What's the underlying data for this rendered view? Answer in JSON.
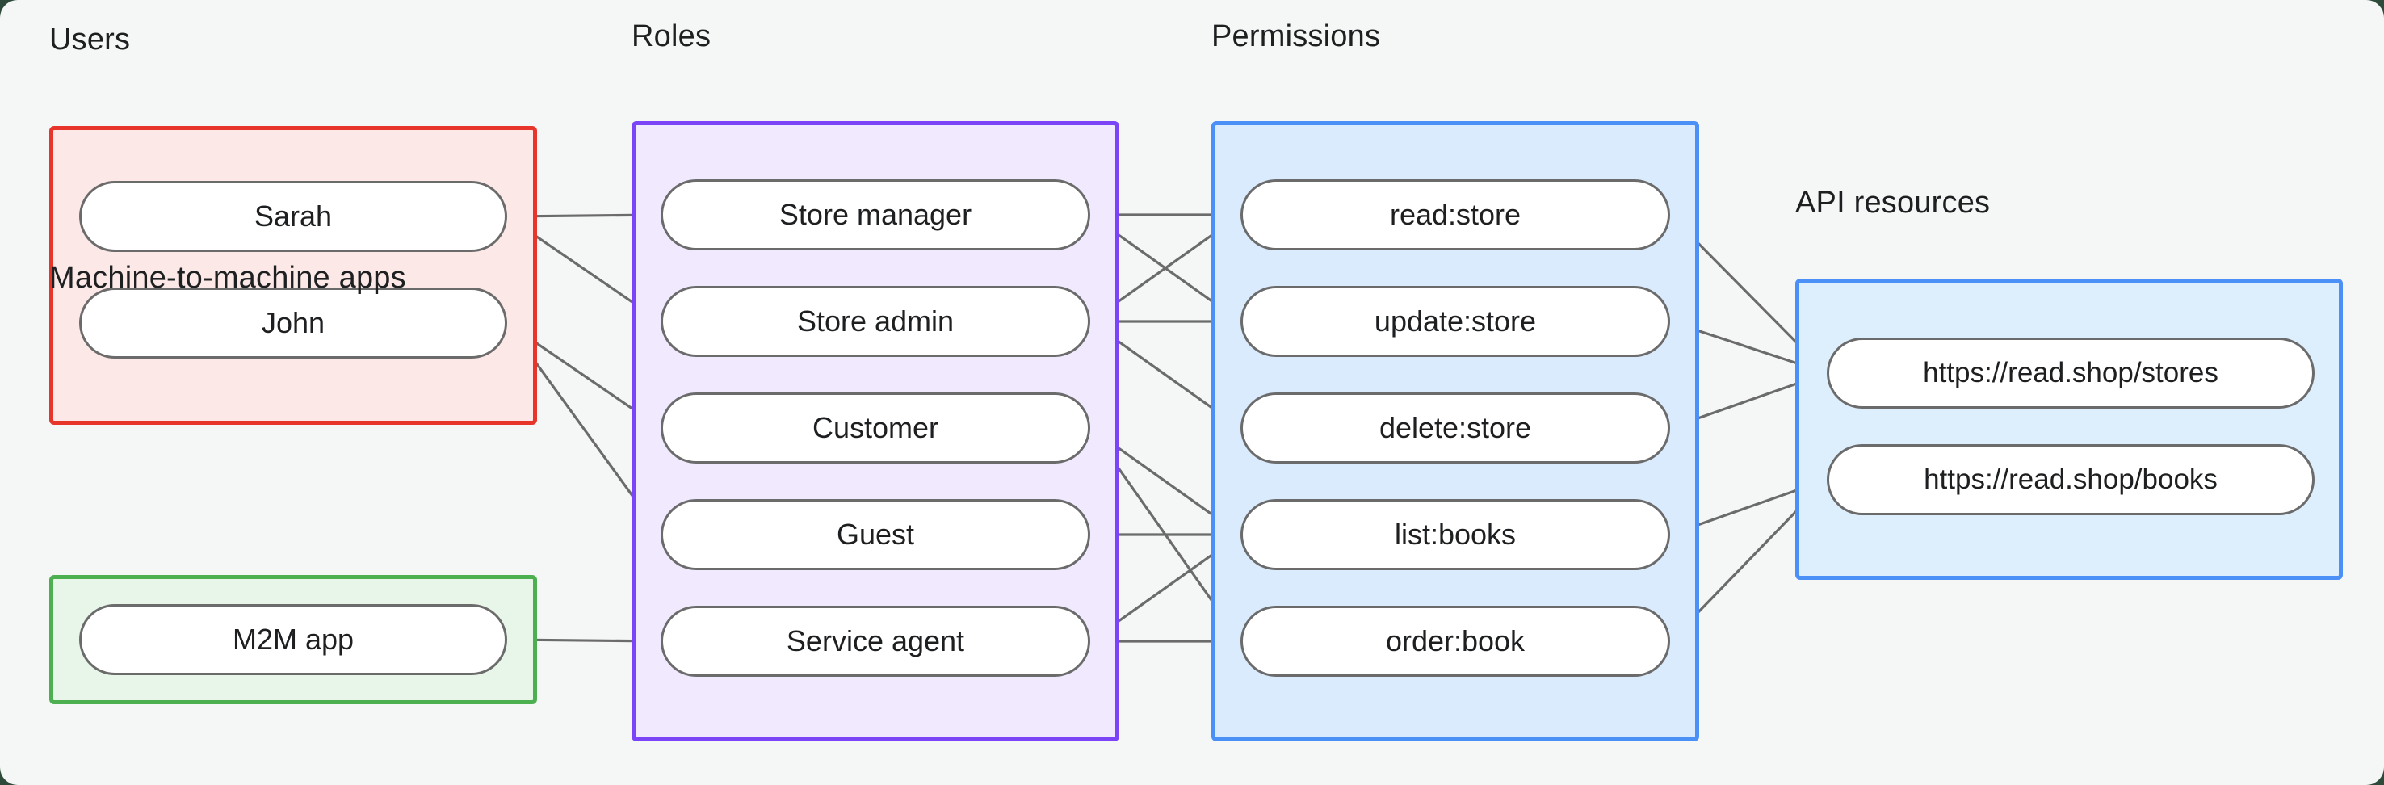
{
  "diagram": {
    "title": "RBAC authorization model",
    "background_color": "#f5f7f7",
    "groups": [
      {
        "id": "users",
        "label": "Users",
        "border_color": "#e8352b",
        "fill_color": "#fce9e7",
        "nodes": [
          {
            "id": "sarah",
            "label": "Sarah"
          },
          {
            "id": "john",
            "label": "John"
          }
        ]
      },
      {
        "id": "m2m",
        "label": "Machine-to-machine apps",
        "border_color": "#4caf50",
        "fill_color": "#e7f6e9",
        "nodes": [
          {
            "id": "m2mapp",
            "label": "M2M app"
          }
        ]
      },
      {
        "id": "roles",
        "label": "Roles",
        "border_color": "#7b44f7",
        "fill_color": "#f1e9fd",
        "nodes": [
          {
            "id": "store_manager",
            "label": "Store manager"
          },
          {
            "id": "store_admin",
            "label": "Store admin"
          },
          {
            "id": "customer",
            "label": "Customer"
          },
          {
            "id": "guest",
            "label": "Guest"
          },
          {
            "id": "service_agent",
            "label": "Service agent"
          }
        ]
      },
      {
        "id": "permissions",
        "label": "Permissions",
        "border_color": "#4a90f7",
        "fill_color": "#d9ebfd",
        "nodes": [
          {
            "id": "read_store",
            "label": "read:store"
          },
          {
            "id": "update_store",
            "label": "update:store"
          },
          {
            "id": "delete_store",
            "label": "delete:store"
          },
          {
            "id": "list_books",
            "label": "list:books"
          },
          {
            "id": "order_book",
            "label": "order:book"
          }
        ]
      },
      {
        "id": "api_resources",
        "label": "API resources",
        "border_color": "#4a90f7",
        "fill_color": "#ddeefd",
        "nodes": [
          {
            "id": "res_stores",
            "label": "https://read.shop/stores"
          },
          {
            "id": "res_books",
            "label": "https://read.shop/books"
          }
        ]
      }
    ],
    "edges": [
      {
        "from": "sarah",
        "to": "store_manager"
      },
      {
        "from": "sarah",
        "to": "store_admin"
      },
      {
        "from": "john",
        "to": "customer"
      },
      {
        "from": "john",
        "to": "guest"
      },
      {
        "from": "m2mapp",
        "to": "service_agent"
      },
      {
        "from": "store_manager",
        "to": "read_store"
      },
      {
        "from": "store_manager",
        "to": "update_store"
      },
      {
        "from": "store_admin",
        "to": "read_store"
      },
      {
        "from": "store_admin",
        "to": "update_store"
      },
      {
        "from": "store_admin",
        "to": "delete_store"
      },
      {
        "from": "customer",
        "to": "list_books"
      },
      {
        "from": "customer",
        "to": "order_book"
      },
      {
        "from": "guest",
        "to": "list_books"
      },
      {
        "from": "service_agent",
        "to": "list_books"
      },
      {
        "from": "service_agent",
        "to": "order_book"
      },
      {
        "from": "read_store",
        "to": "res_stores"
      },
      {
        "from": "update_store",
        "to": "res_stores"
      },
      {
        "from": "delete_store",
        "to": "res_stores"
      },
      {
        "from": "list_books",
        "to": "res_books"
      },
      {
        "from": "order_book",
        "to": "res_books"
      }
    ],
    "edge_color": "#6b6b6b",
    "node_border_color": "#6b6b6b",
    "node_fill_color": "#ffffff",
    "text_color": "#1d1f21"
  }
}
